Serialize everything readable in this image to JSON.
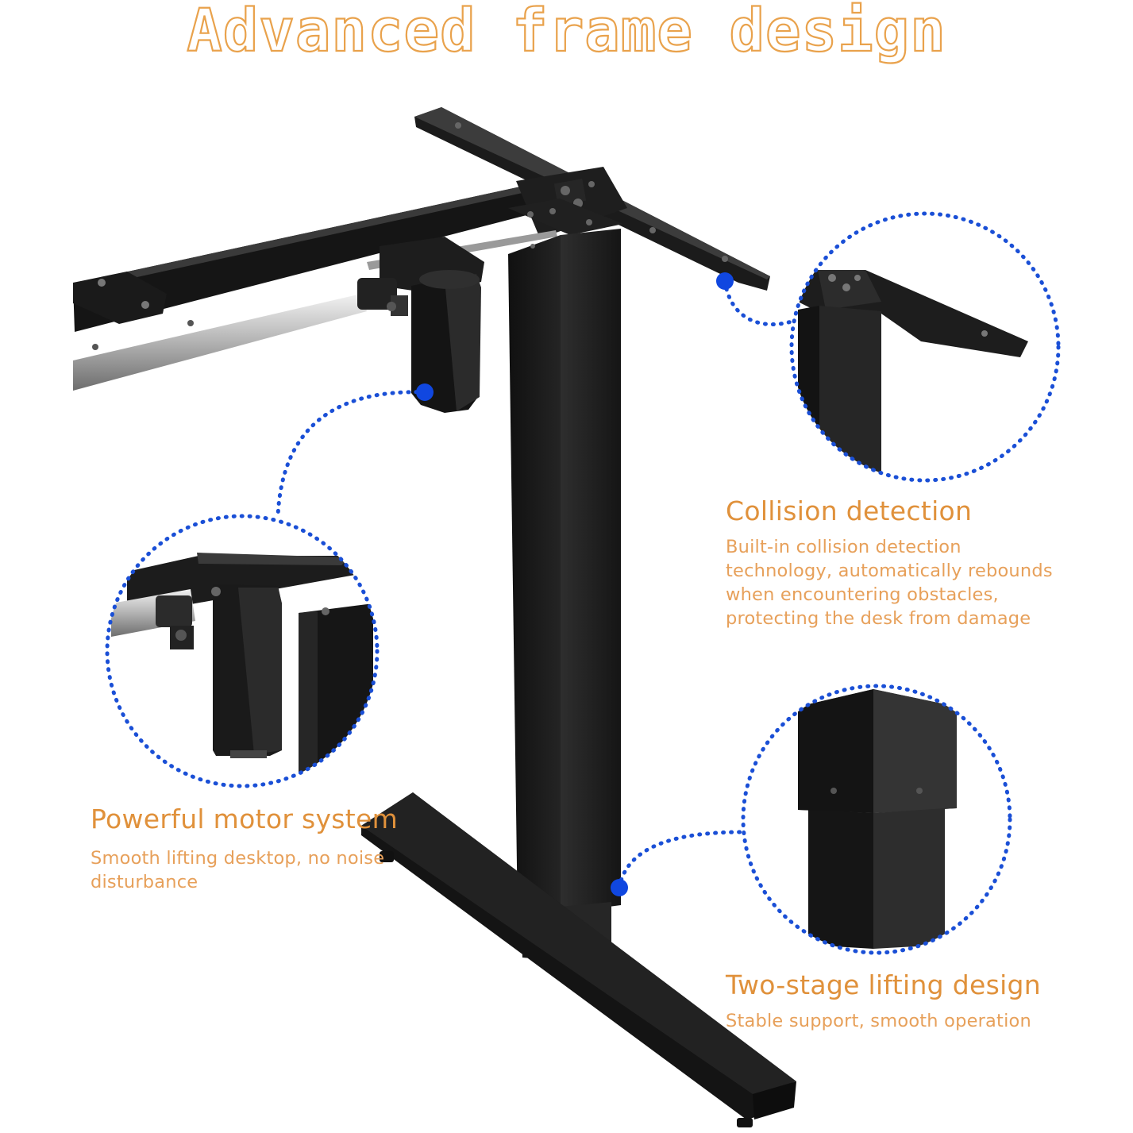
{
  "header": {
    "title": "Advanced frame design"
  },
  "features": {
    "collision": {
      "title": "Collision detection",
      "lines": [
        "Built-in collision detection",
        "technology, automatically rebounds",
        "when encountering obstacles,",
        "protecting the desk from damage"
      ]
    },
    "motor": {
      "title": "Powerful motor system",
      "lines": [
        "Smooth lifting desktop, no noise",
        "disturbance"
      ]
    },
    "lifting": {
      "title": "Two-stage lifting design",
      "lines": [
        "Stable support, smooth operation"
      ]
    }
  },
  "colors": {
    "accent_orange": "#e0913b",
    "callout_blue": "#1a4fd6",
    "frame_black": "#141414"
  }
}
